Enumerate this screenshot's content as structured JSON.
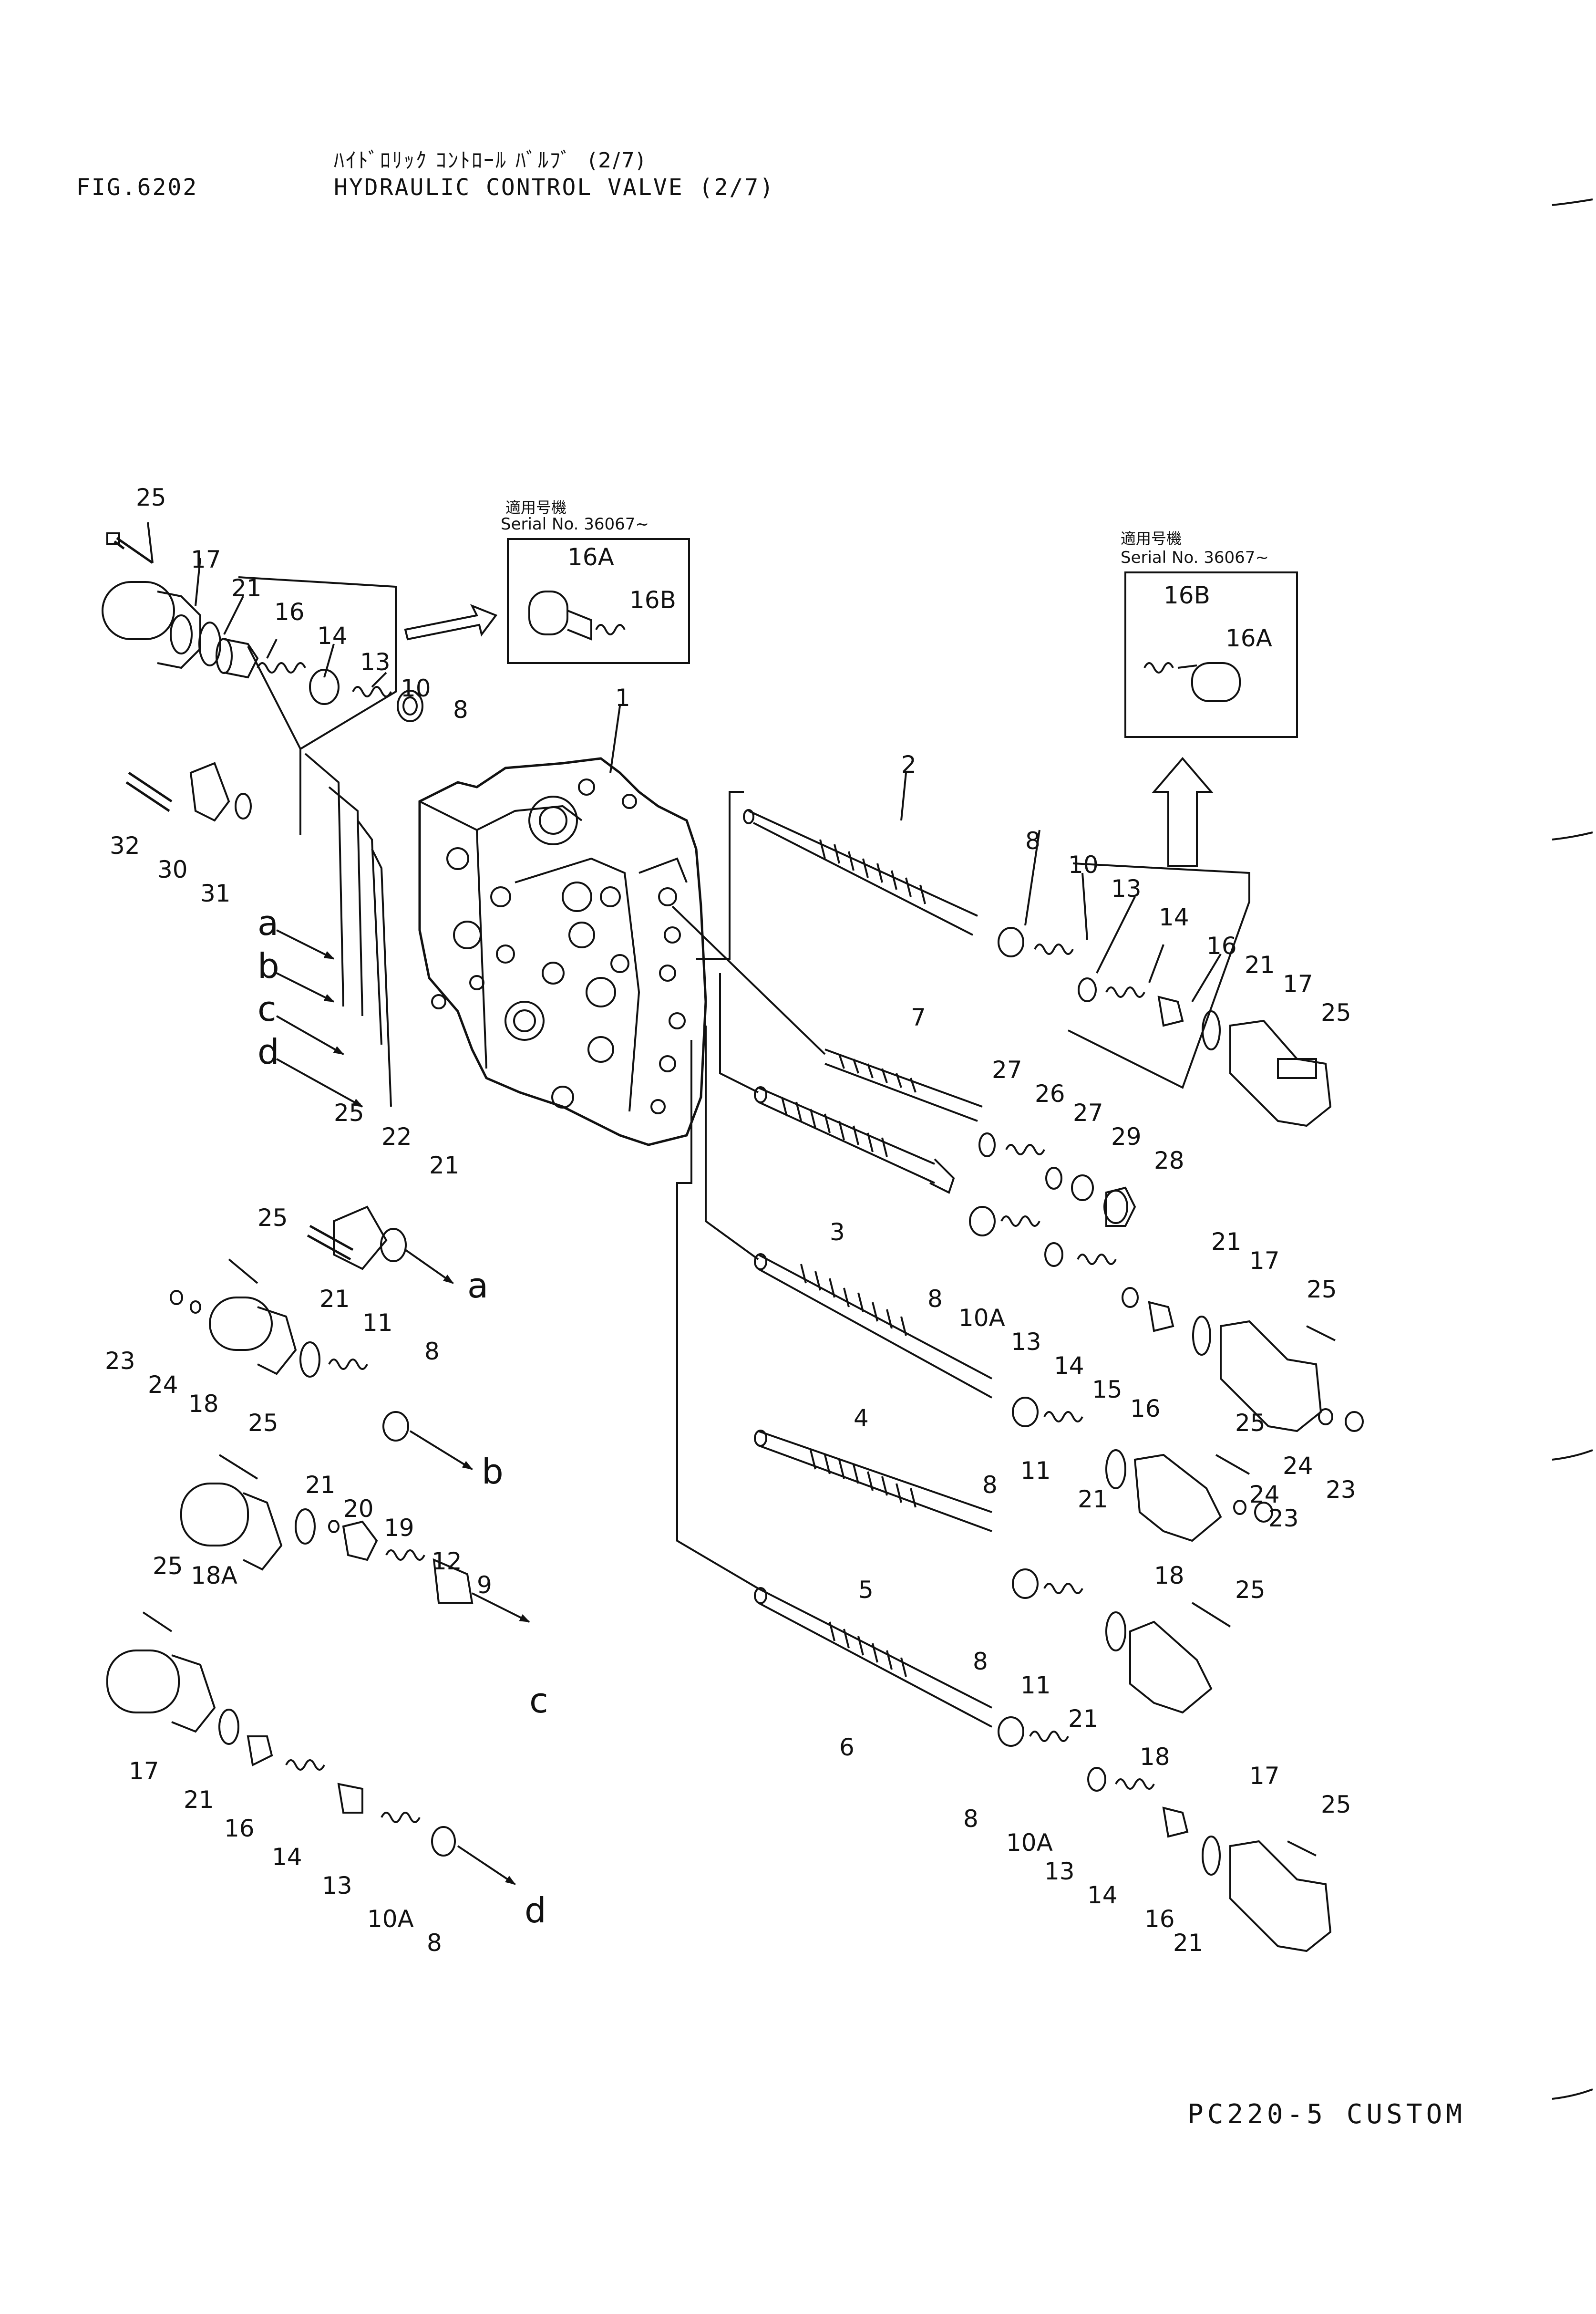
{
  "header": {
    "fig_label": "FIG.6202",
    "title_jp": "ﾊｲﾄﾞﾛﾘｯｸ ｺﾝﾄﾛｰﾙ ﾊﾞﾙﾌﾞ  (2/7)",
    "title_en": "HYDRAULIC CONTROL VALVE (2/7)"
  },
  "inset_left": {
    "jp": "適用号機",
    "serial": "Serial  No.  36067~",
    "labels": [
      "16A",
      "16B"
    ]
  },
  "inset_right": {
    "jp": "適用号機",
    "serial": "Serial  No.  36067~",
    "labels": [
      "16B",
      "16A"
    ]
  },
  "callouts": {
    "c1": "1",
    "c2": "2",
    "c3": "3",
    "c4": "4",
    "c5": "5",
    "c6": "6",
    "c7": "7",
    "t25a": "25",
    "t17a": "17",
    "t21a": "21",
    "t16a": "16",
    "t14a": "14",
    "t13a": "13",
    "t10a": "10",
    "t8a": "8",
    "t32": "32",
    "t30": "30",
    "t31": "31",
    "t8b": "8",
    "t10b": "10",
    "t13b": "13",
    "t14b": "14",
    "t16b": "16",
    "t21b": "21",
    "t17b": "17",
    "t25b": "25",
    "t27a": "27",
    "t26": "26",
    "t27b": "27",
    "t29": "29",
    "t28": "28",
    "t8c": "8",
    "t10Ac": "10A",
    "t13c": "13",
    "t14c": "14",
    "t15": "15",
    "t16c": "16",
    "t21c": "21",
    "t17c": "17",
    "t25c": "25",
    "t24c": "24",
    "t23c": "23",
    "t8d": "8",
    "t11d": "11",
    "t21d": "21",
    "t18d": "18",
    "t25d": "25",
    "t24d": "24",
    "t23d": "23",
    "t8e": "8",
    "t11e": "11",
    "t21e": "21",
    "t18e": "18",
    "t25e": "25",
    "t8f": "8",
    "t10Af": "10A",
    "t13f": "13",
    "t14f": "14",
    "t16f": "16",
    "t21f": "21",
    "t17f": "17",
    "t25f": "25",
    "t25g": "25",
    "t22": "22",
    "t21g": "21",
    "t25h": "25",
    "t23h": "23",
    "t24h": "24",
    "t18h": "18",
    "t21h": "21",
    "t11h": "11",
    "t8h": "8",
    "t25i": "25",
    "t18A": "18A",
    "t21i": "21",
    "t20": "20",
    "t19": "19",
    "t12": "12",
    "t9": "9",
    "t25j": "25",
    "t17j": "17",
    "t21j": "21",
    "t16j": "16",
    "t14j": "14",
    "t13j": "13",
    "t10Aj": "10A",
    "t8j": "8"
  },
  "port_letters": {
    "a_in": "a",
    "b_in": "b",
    "c_in": "c",
    "d_in": "d",
    "a_out": "a",
    "b_out": "b",
    "c_out": "c",
    "d_out": "d"
  },
  "footer": {
    "model": "PC220-5 CUSTOM"
  }
}
